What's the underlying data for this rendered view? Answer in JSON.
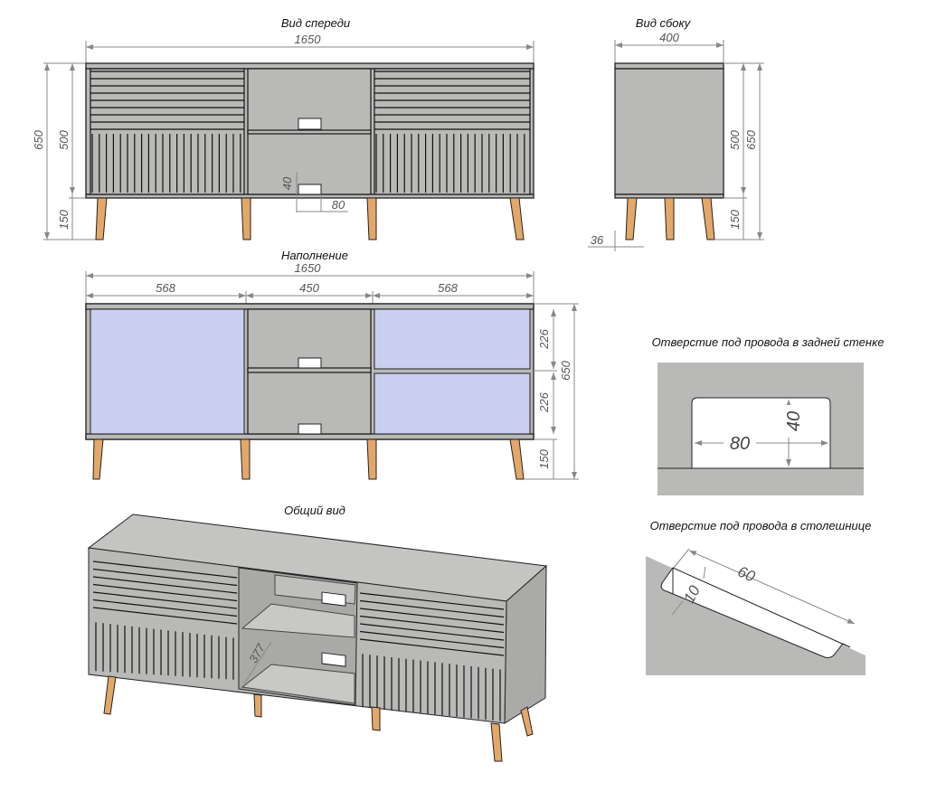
{
  "front_view": {
    "title": "Вид спереди",
    "width": "1650",
    "height_total": "650",
    "height_body": "500",
    "height_legs": "150",
    "hole_h": "40",
    "hole_w": "80"
  },
  "side_view": {
    "title": "Вид сбоку",
    "depth": "400",
    "height_body": "500",
    "height_total": "650",
    "height_legs": "150",
    "leg_offset": "36"
  },
  "filling": {
    "title": "Наполнение",
    "width": "1650",
    "left": "568",
    "center": "450",
    "right": "568",
    "shelf_top": "226",
    "shelf_bottom": "226",
    "height_total": "650",
    "height_legs": "150"
  },
  "perspective": {
    "title": "Общий вид",
    "shelf_depth": "377"
  },
  "back_hole": {
    "title": "Отверстие под провода в задней стенке",
    "w": "80",
    "h": "40"
  },
  "top_hole": {
    "title": "Отверстие под провода в столешнице",
    "l": "60",
    "w": "10"
  },
  "colors": {
    "body": "#b9bab7",
    "legs": "#e3a868",
    "fill": "#c9cfef"
  }
}
